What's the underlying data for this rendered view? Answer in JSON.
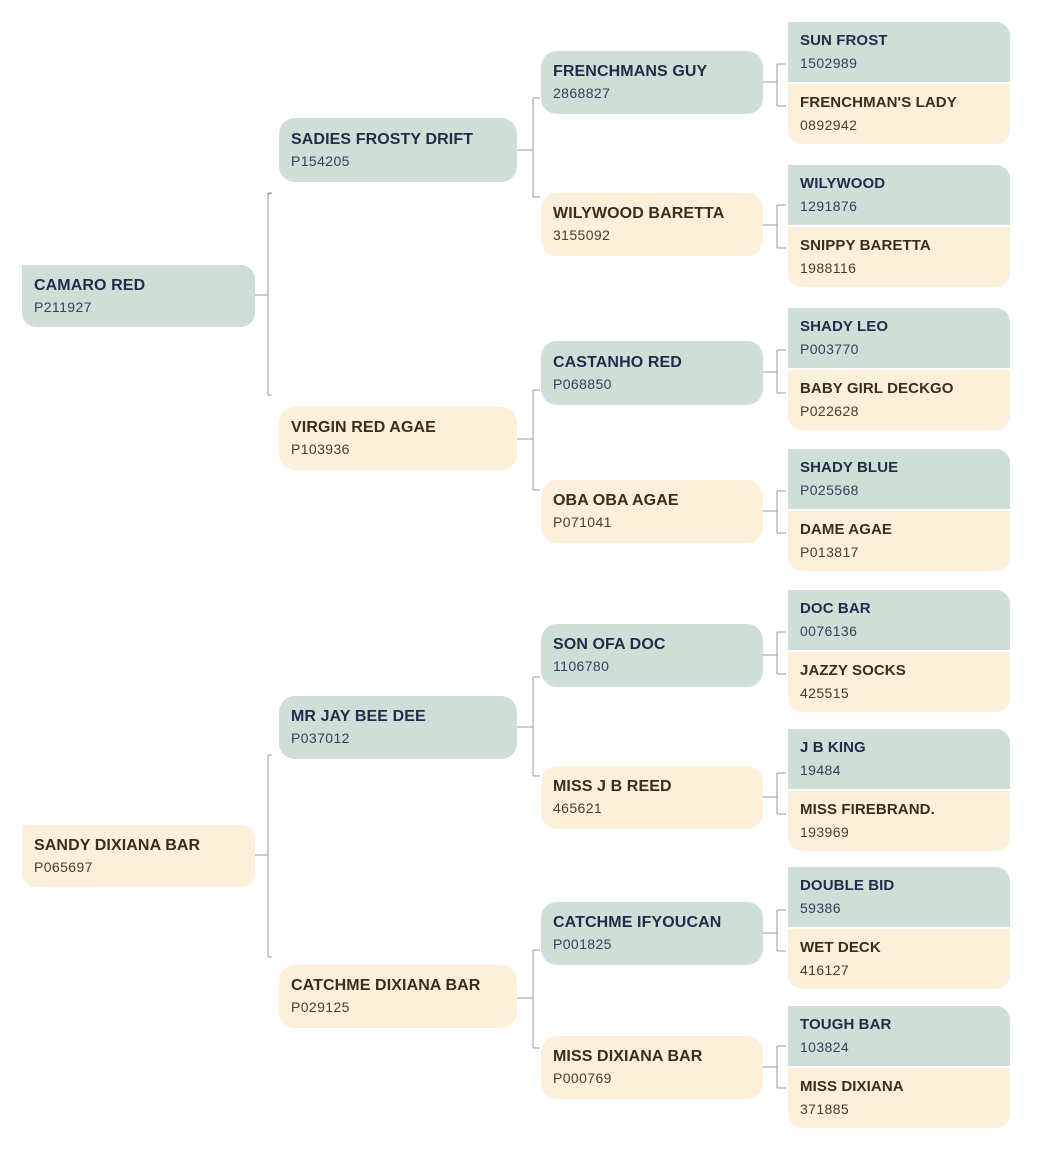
{
  "horses": {
    "subject_a": {
      "name": "CAMARO RED",
      "reg": "P211927"
    },
    "subject_b": {
      "name": "SANDY DIXIANA BAR",
      "reg": "P065697"
    },
    "a_sire": {
      "name": "SADIES FROSTY DRIFT",
      "reg": "P154205"
    },
    "a_dam": {
      "name": "VIRGIN RED AGAE",
      "reg": "P103936"
    },
    "b_sire": {
      "name": "MR JAY BEE DEE",
      "reg": "P037012"
    },
    "b_dam": {
      "name": "CATCHME DIXIANA BAR",
      "reg": "P029125"
    },
    "a_ss": {
      "name": "FRENCHMANS GUY",
      "reg": "2868827"
    },
    "a_sd": {
      "name": "WILYWOOD BARETTA",
      "reg": "3155092"
    },
    "a_ds": {
      "name": "CASTANHO RED",
      "reg": "P068850"
    },
    "a_dd": {
      "name": "OBA OBA AGAE",
      "reg": "P071041"
    },
    "b_ss": {
      "name": "SON OFA DOC",
      "reg": "1106780"
    },
    "b_sd": {
      "name": "MISS J B REED",
      "reg": "465621"
    },
    "b_ds": {
      "name": "CATCHME IFYOUCAN",
      "reg": "P001825"
    },
    "b_dd": {
      "name": "MISS DIXIANA BAR",
      "reg": "P000769"
    },
    "a_sss": {
      "name": "SUN FROST",
      "reg": "1502989"
    },
    "a_ssd": {
      "name": "FRENCHMAN'S LADY",
      "reg": "0892942"
    },
    "a_sds": {
      "name": "WILYWOOD",
      "reg": "1291876"
    },
    "a_sdd": {
      "name": "SNIPPY BARETTA",
      "reg": "1988116"
    },
    "a_dss": {
      "name": "SHADY LEO",
      "reg": "P003770"
    },
    "a_dsd": {
      "name": "BABY GIRL DECKGO",
      "reg": "P022628"
    },
    "a_dds": {
      "name": "SHADY BLUE",
      "reg": "P025568"
    },
    "a_ddd": {
      "name": "DAME AGAE",
      "reg": "P013817"
    },
    "b_sss": {
      "name": "DOC BAR",
      "reg": "0076136"
    },
    "b_ssd": {
      "name": "JAZZY SOCKS",
      "reg": "425515"
    },
    "b_sds": {
      "name": "J B KING",
      "reg": "19484"
    },
    "b_sdd": {
      "name": "MISS FIREBRAND.",
      "reg": "193969"
    },
    "b_dss": {
      "name": "DOUBLE BID",
      "reg": "59386"
    },
    "b_dsd": {
      "name": "WET DECK",
      "reg": "416127"
    },
    "b_dds": {
      "name": "TOUGH BAR",
      "reg": "103824"
    },
    "b_ddd": {
      "name": "MISS DIXIANA",
      "reg": "371885"
    }
  },
  "colors": {
    "sire_fill": "#cfded6",
    "dam_fill": "#fdf0db",
    "connector": "#9a9a9a"
  }
}
